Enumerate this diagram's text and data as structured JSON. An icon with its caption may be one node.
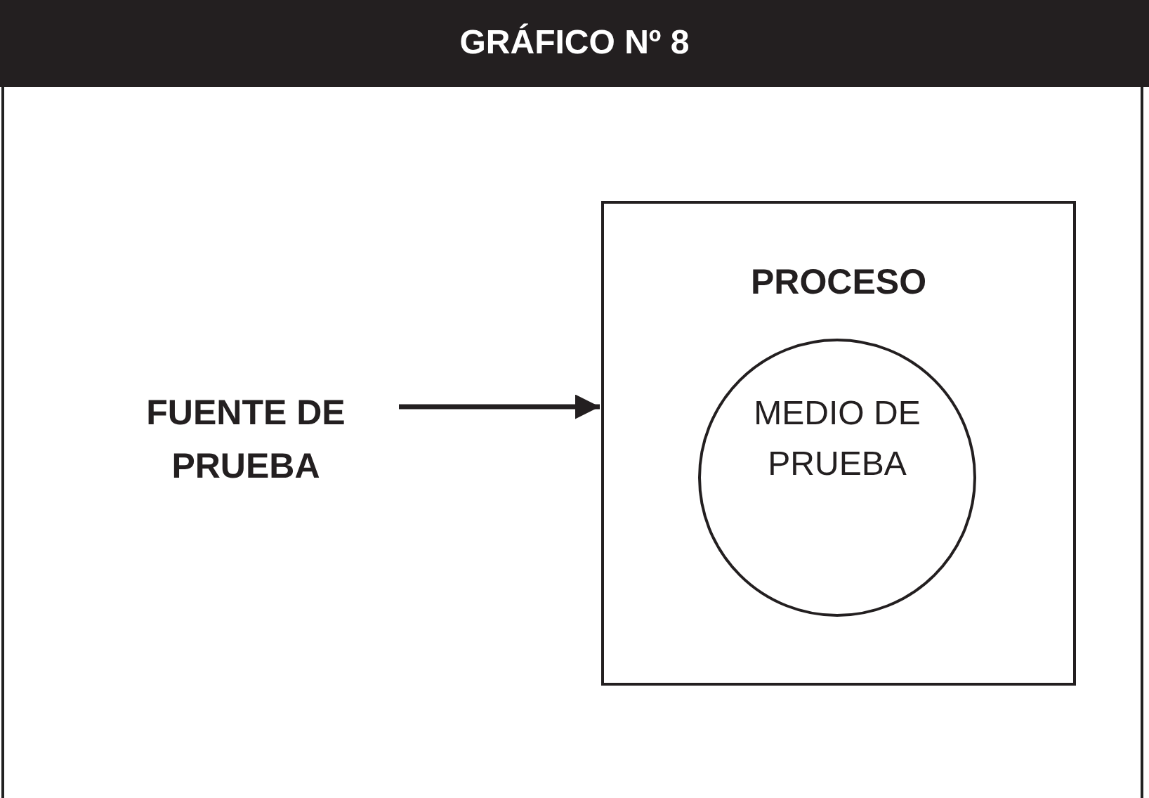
{
  "diagram": {
    "title": "GRÁFICO Nº 8",
    "nodes": [
      {
        "text": [
          "FUENTE DE PRUEBA"
        ]
      },
      {
        "text": [
          "PROCESO"
        ]
      },
      {
        "text": [
          "MEDIO DE PRUEBA"
        ],
        "in": 1
      }
    ],
    "edges": [
      {
        "from": 0,
        "to": 1,
        "arrow": "to"
      }
    ]
  }
}
